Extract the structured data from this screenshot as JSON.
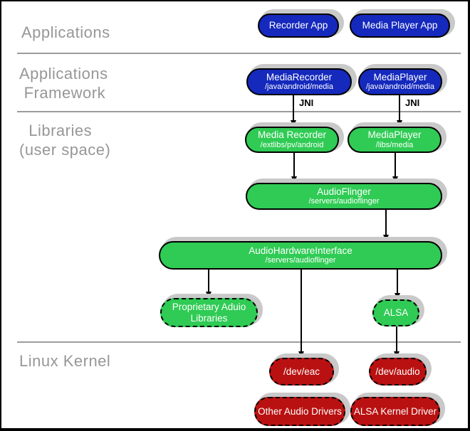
{
  "sections": {
    "applications": {
      "label": "Applications"
    },
    "framework": {
      "line1": "Applications",
      "line2": " Framework"
    },
    "libraries": {
      "line1": "  Libraries",
      "line2": "(user space)"
    },
    "kernel": {
      "label": "Linux Kernel"
    }
  },
  "edge_labels": {
    "jni_left": "JNI",
    "jni_right": "JNI"
  },
  "nodes": {
    "recorder_app": {
      "title": "Recorder App"
    },
    "media_player_app": {
      "title": "Media Player App"
    },
    "media_recorder_fw": {
      "title": "MediaRecorder",
      "path": "/java/android/media"
    },
    "media_player_fw": {
      "title": "MediaPlayer",
      "path": "/java/android/media"
    },
    "media_recorder_lib": {
      "title": "Media Recorder",
      "path": "/extlibs/pv/android"
    },
    "media_player_lib": {
      "title": "MediaPlayer",
      "path": "/libs/media"
    },
    "audioflinger": {
      "title": "AudioFlinger",
      "path": "/servers/audioflinger"
    },
    "audio_hw_interface": {
      "title": "AudioHardwareInterface",
      "path": "/servers/audioflinger"
    },
    "proprietary": {
      "title": "Proprietary Aduio Libraries"
    },
    "alsa": {
      "title": "ALSA"
    },
    "dev_eac": {
      "title": "/dev/eac"
    },
    "dev_audio": {
      "title": "/dev/audio"
    },
    "other_drivers": {
      "title": "Other Audio Drivers"
    },
    "alsa_driver": {
      "title": "ALSA Kernel Driver"
    }
  },
  "colors": {
    "app_blue": "#1529bd",
    "lib_green": "#2fcb54",
    "kernel_red": "#b91111",
    "section_label_gray": "#979797"
  }
}
